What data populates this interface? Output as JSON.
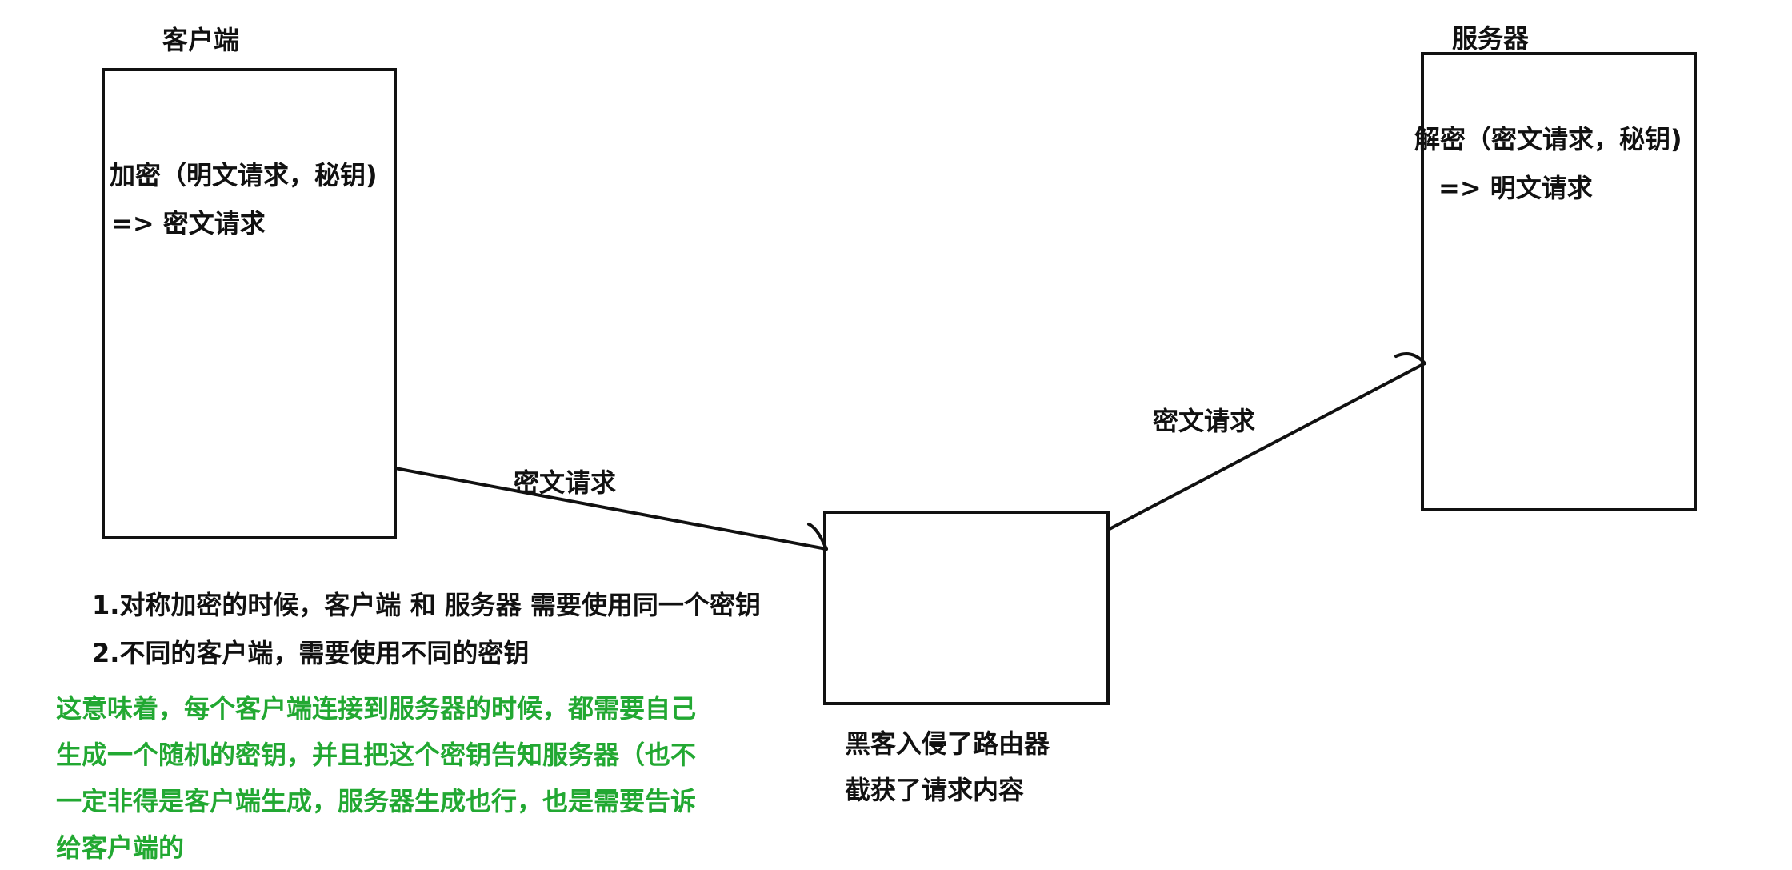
{
  "client": {
    "title": "客户端",
    "line1": "加密（明文请求，秘钥)",
    "line2": "=> 密文请求"
  },
  "server": {
    "title": "服务器",
    "line1": "解密（密文请求，秘钥)",
    "line2": "=> 明文请求"
  },
  "arrow_left_label": "密文请求",
  "arrow_right_label": "密文请求",
  "hacker": {
    "line1": "黑客入侵了路由器",
    "line2": "截获了请求内容"
  },
  "notes": {
    "note1": "1.对称加密的时候，客户端 和 服务器 需要使用同一个密钥",
    "note2": "2.不同的客户端，需要使用不同的密钥"
  },
  "green_note": {
    "lines": [
      "这意味着，每个客户端连接到服务器的时候，都需要自己",
      "生成一个随机的密钥，并且把这个密钥告知服务器（也不",
      "一定非得是客户端生成，服务器生成也行，也是需要告诉",
      "给客户端的"
    ]
  },
  "colors": {
    "stroke": "#111111",
    "green_text": "#22a832"
  }
}
